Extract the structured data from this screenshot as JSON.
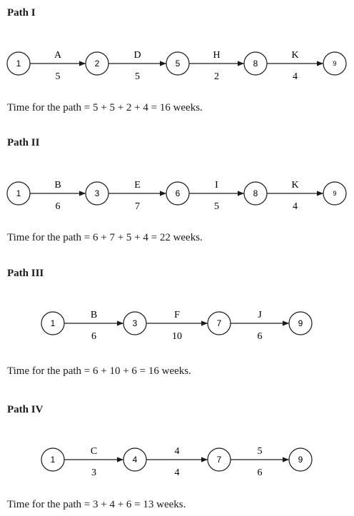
{
  "paths": [
    {
      "heading": "Path I",
      "nodes": [
        "1",
        "2",
        "5",
        "8",
        "9"
      ],
      "arcs": [
        {
          "activity": "A",
          "duration": "5"
        },
        {
          "activity": "D",
          "duration": "5"
        },
        {
          "activity": "H",
          "duration": "2"
        },
        {
          "activity": "K",
          "duration": "4"
        }
      ],
      "total": "Time for the path = 5 + 5 + 2 + 4 = 16 weeks."
    },
    {
      "heading": "Path II",
      "nodes": [
        "1",
        "3",
        "6",
        "8",
        "9"
      ],
      "arcs": [
        {
          "activity": "B",
          "duration": "6"
        },
        {
          "activity": "E",
          "duration": "7"
        },
        {
          "activity": "I",
          "duration": "5"
        },
        {
          "activity": "K",
          "duration": "4"
        }
      ],
      "total": "Time for the path = 6 + 7 + 5 + 4 = 22 weeks."
    },
    {
      "heading": "Path III",
      "nodes": [
        "1",
        "3",
        "7",
        "9"
      ],
      "arcs": [
        {
          "activity": "B",
          "duration": "6"
        },
        {
          "activity": "F",
          "duration": "10"
        },
        {
          "activity": "J",
          "duration": "6"
        }
      ],
      "total": "Time for the path = 6 + 10 + 6 = 16 weeks."
    },
    {
      "heading": "Path IV",
      "nodes": [
        "1",
        "4",
        "7",
        "9"
      ],
      "arcs": [
        {
          "activity": "C",
          "duration": "3"
        },
        {
          "activity": "4",
          "duration": "4"
        },
        {
          "activity": "5",
          "duration": "6"
        }
      ],
      "total": "Time for the path = 3 + 4 + 6 = 13 weeks."
    }
  ]
}
